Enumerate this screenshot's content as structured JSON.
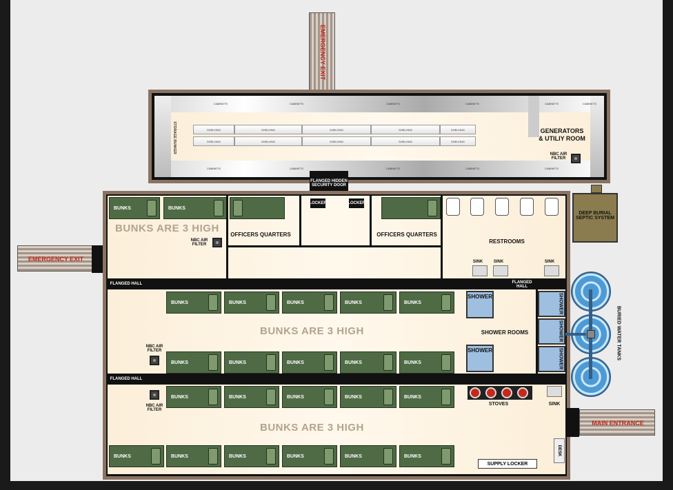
{
  "emergency_exit_top": "EMERGENCY EXIT",
  "emergency_exit_left": "EMERGENCY EXIT",
  "main_entrance": "MAIN ENTRANCE",
  "storage": {
    "bunker": "STORAGE BUNKER",
    "cabinets": "CABINETS",
    "shelving": "SHELVING",
    "generators": "GENERATORS & UTILIY ROOM",
    "nbc": "NBC AIR FILTER"
  },
  "security_door": "FLANGED HIDDEN SECURITY DOOR",
  "septic": "DEEP BURIAL SEPTIC SYSTEM",
  "water_tanks": "BURIED WATER TANKS",
  "row1": {
    "bunks": "BUNKS",
    "bunks_high": "BUNKS ARE 3 HIGH",
    "nbc": "NBC AIR FILTER",
    "officers_left": "OFFICERS QUARTERS",
    "officers_right": "OFFICERS QUARTERS",
    "locker": "LOCKER",
    "restrooms": "RESTROOMS",
    "sink": "SINK"
  },
  "flanged_hall": "FLANGED HALL",
  "row2": {
    "bunks": "BUNKS",
    "bunks_high": "BUNKS ARE 3 HIGH",
    "nbc": "NBC AIR FILTER",
    "shower": "SHOWER",
    "shower_rooms": "SHOWER ROOMS"
  },
  "row3": {
    "bunks": "BUNKS",
    "bunks_high": "BUNKS ARE 3 HIGH",
    "nbc": "NBC AIR FILTER",
    "stoves": "STOVES",
    "sink": "SINK",
    "desk": "DESK",
    "supply_locker": "SUPPLY LOCKER"
  },
  "colors": {
    "bunk": "#4f6b45",
    "wall": "#111111",
    "exit_text": "#c0281c",
    "water": "#4c9bd6",
    "septic": "#8a7c4e"
  }
}
